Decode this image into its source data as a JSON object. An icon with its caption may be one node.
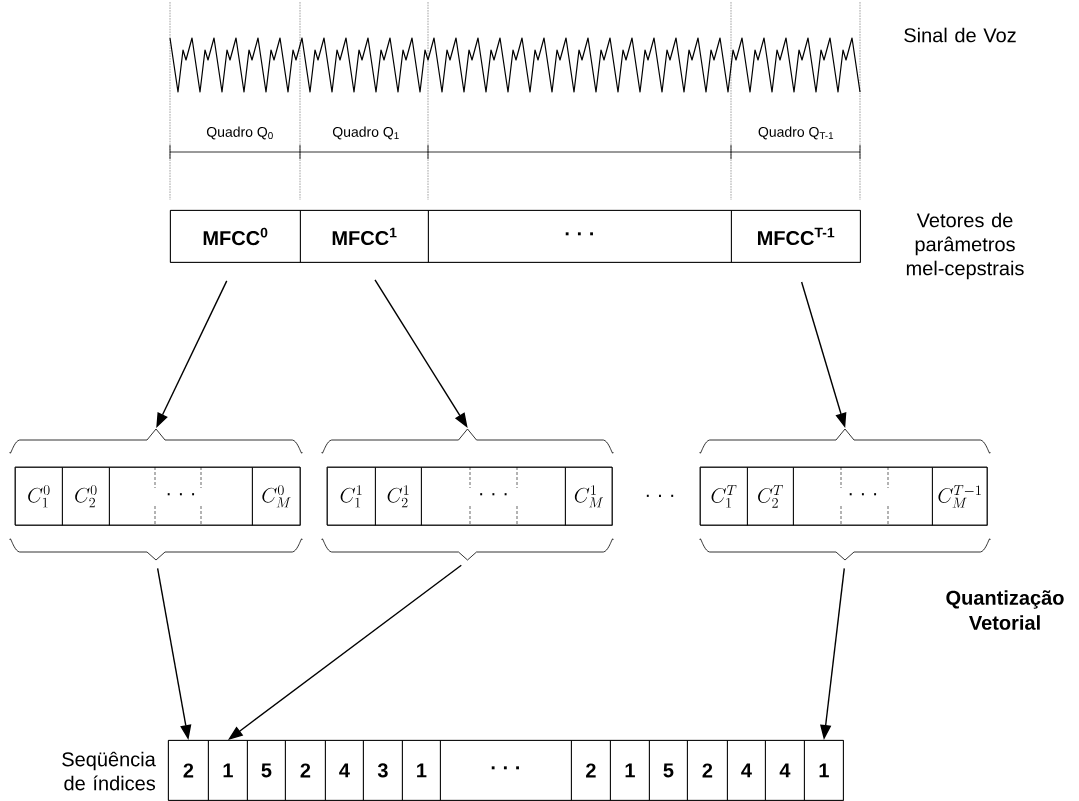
{
  "diagram": {
    "nodes": [
      {
        "text": [],
        "shape": "box",
        "beside": [
          "Vetores de parâmetros mel-cepstrais"
        ]
      },
      {
        "text": [
          "MFCC$^{0}$"
        ],
        "in": 0
      },
      {
        "text": [
          "MFCC$^{1}$"
        ],
        "in": 0
      },
      {
        "text": [
          "· · ·"
        ],
        "in": 0
      },
      {
        "text": [
          "MFCC$^{T-1}$"
        ],
        "in": 0
      },
      {
        "text": [],
        "shape": "box"
      },
      {
        "text": [
          "C^{0}_{1}"
        ],
        "in": 5
      },
      {
        "text": [
          "C^{0}_{2}"
        ],
        "in": 5
      },
      {
        "text": [
          "· · ·"
        ],
        "in": 5
      },
      {
        "text": [
          "C^{0}_{M}"
        ],
        "in": 5
      },
      {
        "text": [],
        "shape": "box"
      },
      {
        "text": [
          "C^{1}_{1}"
        ],
        "in": 10
      },
      {
        "text": [
          "C^{1}_{2}"
        ],
        "in": 10
      },
      {
        "text": [
          "· · ·"
        ],
        "in": 10
      },
      {
        "text": [
          "C^{1}_{M}"
        ],
        "in": 10
      },
      {
        "text": [],
        "shape": "box"
      },
      {
        "text": [
          "C^{T}_{1}"
        ],
        "in": 15
      },
      {
        "text": [
          "C^{T}_{2}"
        ],
        "in": 15
      },
      {
        "text": [
          "· · ·"
        ],
        "in": 15
      },
      {
        "text": [
          "C^{T-1}_{M}"
        ],
        "in": 15
      },
      {
        "text": [],
        "shape": "box",
        "beside": [
          "Seqüência de índices"
        ]
      },
      {
        "text": [
          "2"
        ],
        "in": 20
      },
      {
        "text": [
          "1"
        ],
        "in": 20
      },
      {
        "text": [
          "5"
        ],
        "in": 20
      },
      {
        "text": [
          "2"
        ],
        "in": 20
      },
      {
        "text": [
          "4"
        ],
        "in": 20
      },
      {
        "text": [
          "3"
        ],
        "in": 20
      },
      {
        "text": [
          "1"
        ],
        "in": 20
      },
      {
        "text": [
          "· · ·"
        ],
        "in": 20
      },
      {
        "text": [
          "2"
        ],
        "in": 20
      },
      {
        "text": [
          "1"
        ],
        "in": 20
      },
      {
        "text": [
          "5"
        ],
        "in": 20
      },
      {
        "text": [
          "2"
        ],
        "in": 20
      },
      {
        "text": [
          "4"
        ],
        "in": 20
      },
      {
        "text": [
          "4"
        ],
        "in": 20
      },
      {
        "text": [
          "1"
        ],
        "in": 20
      }
    ],
    "edges": [
      {
        "from": 1,
        "to": 5,
        "arrow": "to"
      },
      {
        "from": 2,
        "to": 10,
        "arrow": "to"
      },
      {
        "from": 4,
        "to": 15,
        "arrow": "to"
      },
      {
        "from": 5,
        "to": 21,
        "arrow": "to"
      },
      {
        "from": 10,
        "to": 22,
        "arrow": "to"
      },
      {
        "from": 15,
        "to": 35,
        "arrow": "to"
      }
    ],
    "labels": [
      "Sinal de Voz",
      "Quadro Q$_{0}$",
      "Quadro Q$_{1}$",
      "Quadro Q$_{T-1}$",
      "· · ·",
      "Quantização Vetorial"
    ]
  }
}
